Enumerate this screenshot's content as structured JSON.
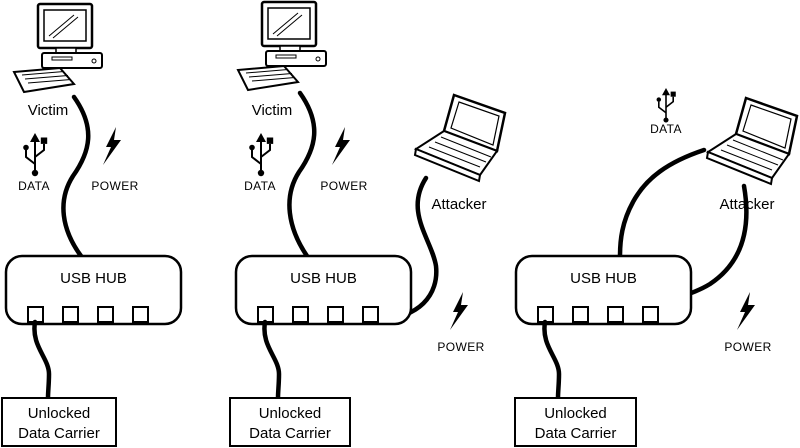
{
  "diagram": {
    "colors": {
      "line": "#000000",
      "background": "#ffffff"
    },
    "scenarios": [
      {
        "victim": "Victim",
        "data": "DATA",
        "power": "POWER",
        "hub": "USB HUB",
        "carrier1": "Unlocked",
        "carrier2": "Data Carrier"
      },
      {
        "victim": "Victim",
        "attacker": "Attacker",
        "data": "DATA",
        "power": "POWER",
        "hub": "USB HUB",
        "carrier1": "Unlocked",
        "carrier2": "Data Carrier"
      },
      {
        "attacker": "Attacker",
        "data": "DATA",
        "power": "POWER",
        "hub": "USB HUB",
        "carrier1": "Unlocked",
        "carrier2": "Data Carrier"
      }
    ]
  }
}
